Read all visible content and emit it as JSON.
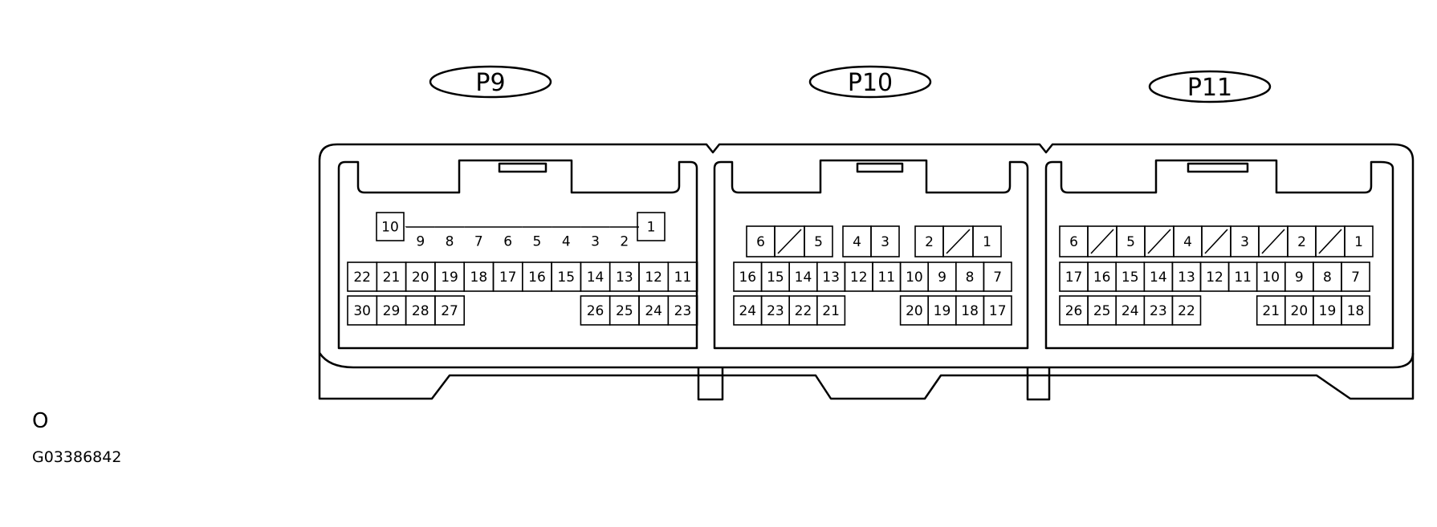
{
  "connectors": [
    {
      "label": "P9",
      "pins": [
        "10",
        "1",
        "9",
        "8",
        "7",
        "6",
        "5",
        "4",
        "3",
        "2",
        "22",
        "21",
        "20",
        "19",
        "18",
        "17",
        "16",
        "15",
        "14",
        "13",
        "12",
        "11",
        "30",
        "29",
        "28",
        "27",
        "26",
        "25",
        "24",
        "23"
      ]
    },
    {
      "label": "P10",
      "pins": [
        "6",
        "5",
        "4",
        "3",
        "2",
        "1",
        "16",
        "15",
        "14",
        "13",
        "12",
        "11",
        "10",
        "9",
        "8",
        "7",
        "24",
        "23",
        "22",
        "21",
        "20",
        "19",
        "18",
        "17"
      ]
    },
    {
      "label": "P11",
      "pins": [
        "6",
        "5",
        "4",
        "3",
        "2",
        "1",
        "17",
        "16",
        "15",
        "14",
        "13",
        "12",
        "11",
        "10",
        "9",
        "8",
        "7",
        "26",
        "25",
        "24",
        "23",
        "22",
        "21",
        "20",
        "19",
        "18"
      ]
    }
  ],
  "footer": {
    "mark": "O",
    "code": "G03386842"
  }
}
